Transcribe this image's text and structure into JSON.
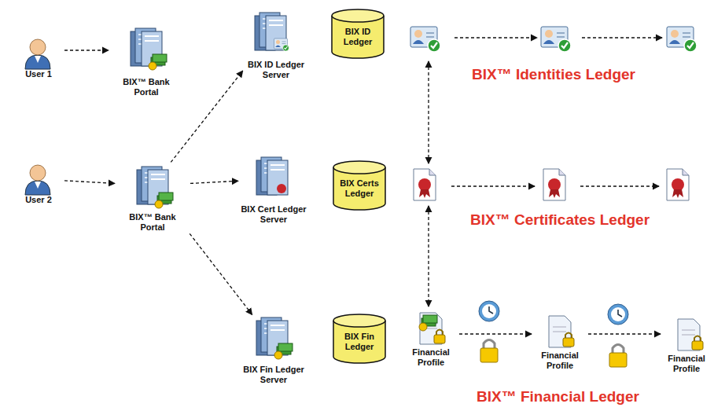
{
  "diagram": {
    "nodes": [
      {
        "text": [
          "User 1"
        ]
      },
      {
        "text": [
          "BIX™ Bank Portal"
        ]
      },
      {
        "text": [
          "User 2"
        ]
      },
      {
        "text": [
          "BIX™ Bank Portal"
        ]
      },
      {
        "text": [
          "BIX ID Ledger Server"
        ]
      },
      {
        "text": [
          "BIX Cert Ledger Server"
        ]
      },
      {
        "text": [
          "BIX Fin Ledger Server"
        ]
      },
      {
        "text": [
          "BIX ID Ledger"
        ]
      },
      {
        "text": [
          "BIX Certs Ledger"
        ]
      },
      {
        "text": [
          "BIX Fin Ledger"
        ]
      },
      {
        "text": [
          "Financial Profile"
        ]
      },
      {
        "text": [
          "Financial Profile"
        ]
      },
      {
        "text": [
          "Financial Profile"
        ]
      }
    ],
    "edges": [
      {
        "from": 0,
        "to": 1,
        "arrow": "to"
      },
      {
        "from": 2,
        "to": 3,
        "arrow": "to"
      },
      {
        "from": 3,
        "to": 4,
        "arrow": "to"
      },
      {
        "from": 3,
        "to": 5,
        "arrow": "to"
      },
      {
        "from": 3,
        "to": 6,
        "arrow": "to"
      },
      {
        "from": 10,
        "to": 11,
        "arrow": "to"
      },
      {
        "from": 11,
        "to": 12,
        "arrow": "to"
      }
    ],
    "labels": [
      "BIX™ Identities Ledger",
      "BIX™ Certificates Ledger",
      "BIX™ Financial Ledger"
    ]
  }
}
